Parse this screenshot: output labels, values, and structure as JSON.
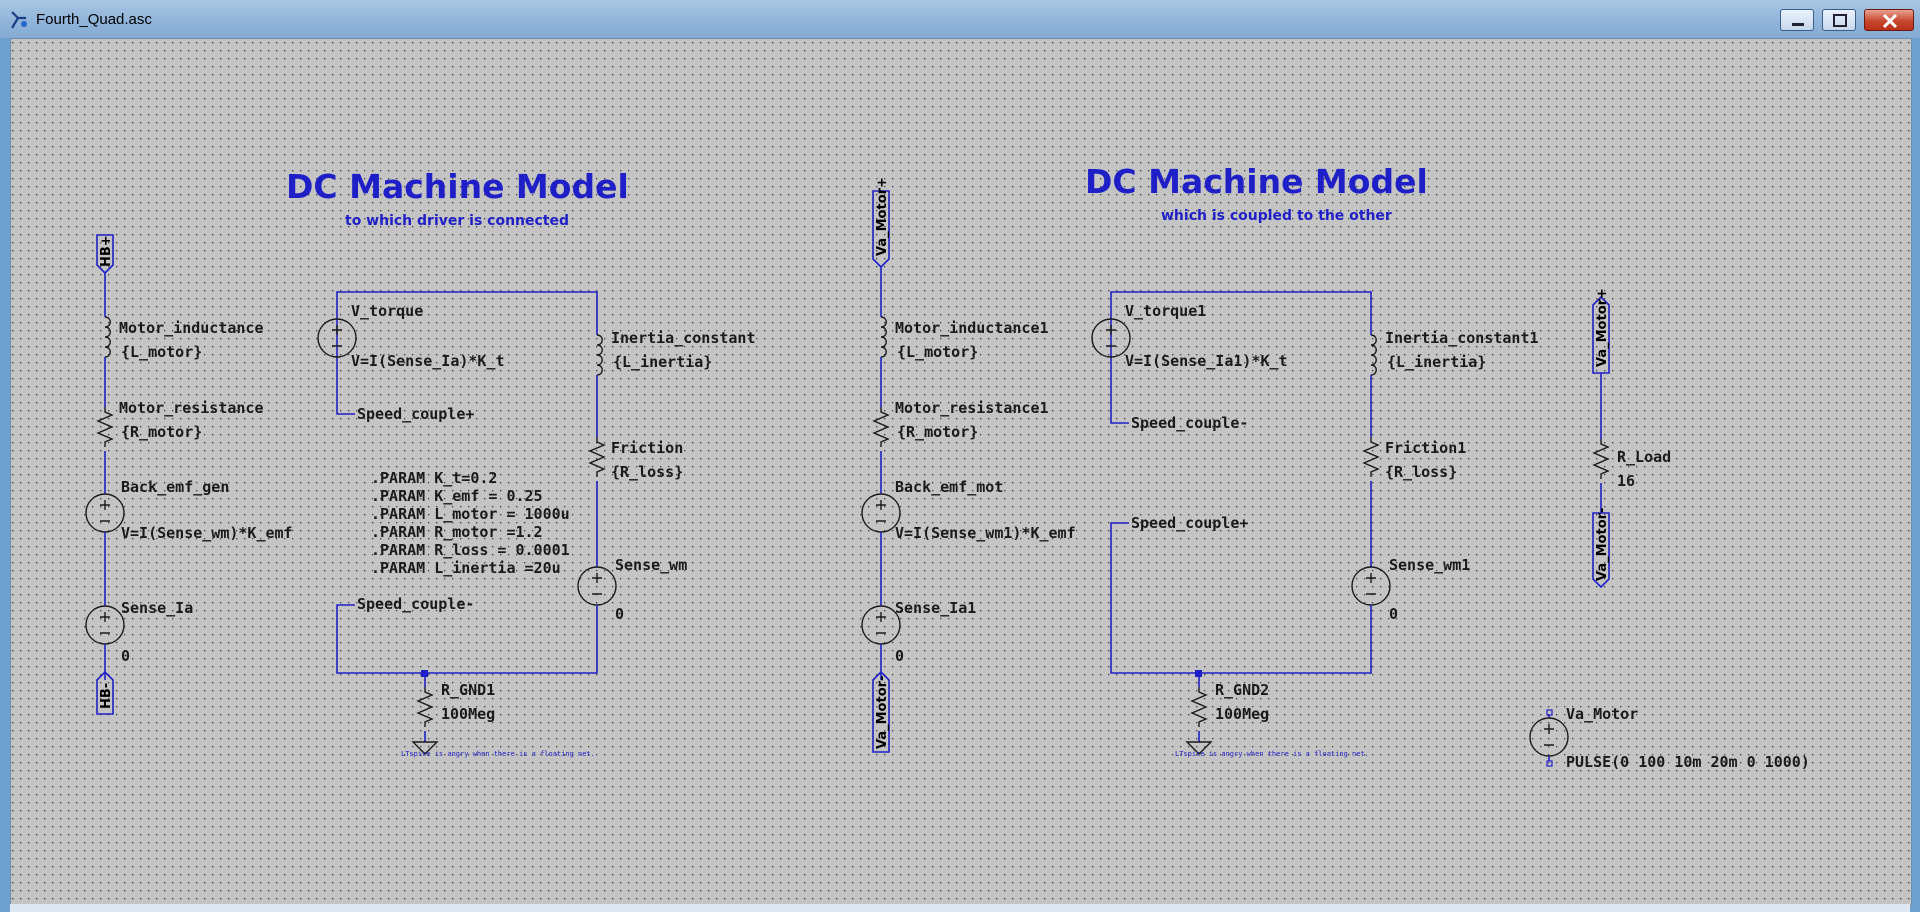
{
  "window": {
    "title": "Fourth_Quad.asc",
    "buttons": {
      "minimize": "minimize",
      "maximize": "maximize",
      "close": "close"
    }
  },
  "left_block": {
    "title": "DC Machine Model",
    "subtitle": "to which driver is connected",
    "flag_top": "HB+",
    "flag_bottom": "HB-",
    "inductor_name": "Motor_inductance",
    "inductor_value": "{L_motor}",
    "resistor_name": "Motor_resistance",
    "resistor_value": "{R_motor}",
    "source_name": "Back_emf_gen",
    "source_value": "V=I(Sense_wm)*K_emf",
    "sense_name": "Sense_Ia",
    "sense_value": "0",
    "torque_name": "V_torque",
    "torque_value": "V=I(Sense_Ia)*K_t",
    "speed_plus": "Speed_couple+",
    "speed_minus": "Speed_couple-",
    "inertia_name": "Inertia_constant",
    "inertia_value": "{L_inertia}",
    "friction_name": "Friction",
    "friction_value": "{R_loss}",
    "sense_wm_name": "Sense_wm",
    "sense_wm_value": "0",
    "gnd_res_name": "R_GND1",
    "gnd_res_value": "100Meg",
    "note": "LTspice is angry when there is a floating net.",
    "params": [
      ".PARAM K_t=0.2",
      ".PARAM K_emf = 0.25",
      ".PARAM L_motor = 1000u",
      ".PARAM R_motor =1.2",
      ".PARAM R_loss = 0.0001",
      ".PARAM L_inertia =20u"
    ]
  },
  "right_block": {
    "title": "DC Machine Model",
    "subtitle": "which is coupled to the other",
    "flag_top": "Va_Motor+",
    "flag_bottom": "Va_Motor-",
    "inductor_name": "Motor_inductance1",
    "inductor_value": "{L_motor}",
    "resistor_name": "Motor_resistance1",
    "resistor_value": "{R_motor}",
    "source_name": "Back_emf_mot",
    "source_value": "V=I(Sense_wm1)*K_emf",
    "sense_name": "Sense_Ia1",
    "sense_value": "0",
    "torque_name": "V_torque1",
    "torque_value": "V=I(Sense_Ia1)*K_t",
    "speed_minus": "Speed_couple-",
    "speed_plus": "Speed_couple+",
    "inertia_name": "Inertia_constant1",
    "inertia_value": "{L_inertia}",
    "friction_name": "Friction1",
    "friction_value": "{R_loss}",
    "sense_wm_name": "Sense_wm1",
    "sense_wm_value": "0",
    "gnd_res_name": "R_GND2",
    "gnd_res_value": "100Meg",
    "note": "LTspice is angry when there is a floating net."
  },
  "load": {
    "flag_top": "Va_Motor+",
    "flag_bottom": "Va_Motor-",
    "res_name": "R_Load",
    "res_value": "16",
    "source_name": "Va_Motor",
    "source_value": "PULSE(0 100 10m 20m 0 1000)"
  }
}
